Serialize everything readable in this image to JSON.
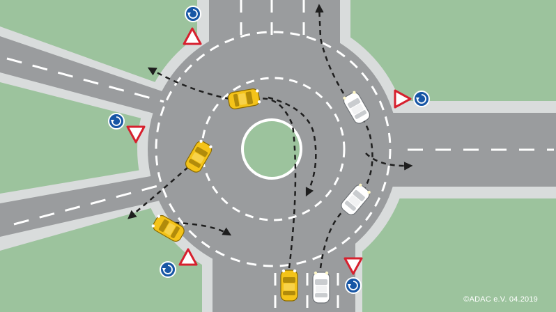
{
  "credit": "©ADAC e.V.  04.2019",
  "colors": {
    "grass": "#9cc39d",
    "curb": "#d9dcdc",
    "road": "#9a9c9e",
    "marking": "#ffffff",
    "path": "#1e1e1e",
    "car_yellow": "#f4c319",
    "car_white": "#ffffff",
    "sign_blue": "#1756a5",
    "sign_red": "#d7202e"
  },
  "signs": {
    "roundabout": "roundabout-sign-icon",
    "yield": "yield-sign-icon"
  },
  "vehicles": {
    "yellow_count": 4,
    "white_count": 3
  }
}
